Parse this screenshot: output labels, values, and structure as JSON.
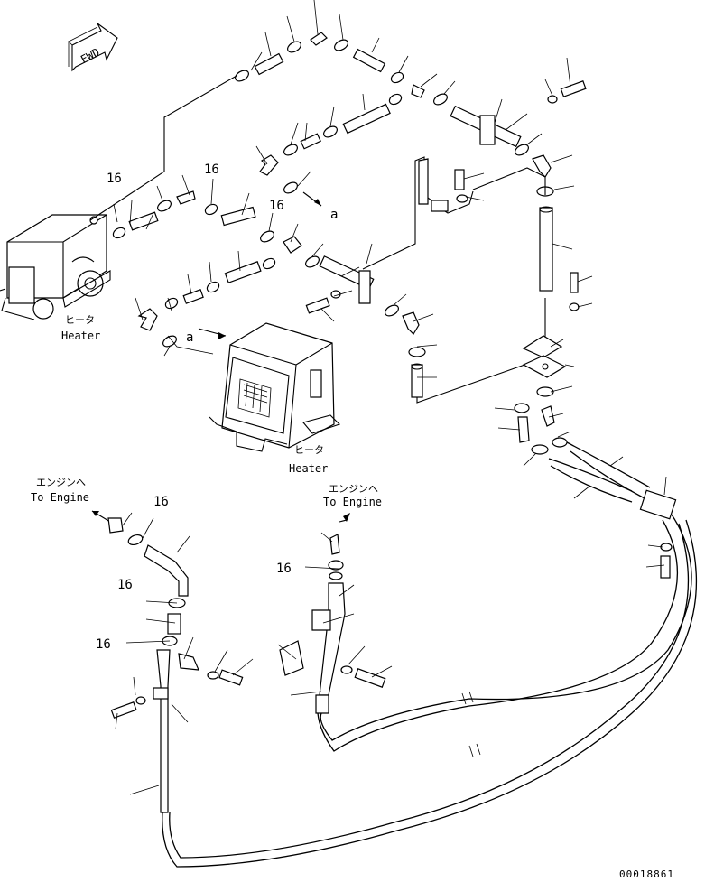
{
  "direction_marker": {
    "text": "FWD"
  },
  "heater_left": {
    "label_jp": "ヒータ",
    "label_en": "Heater"
  },
  "heater_right": {
    "label_jp": "ヒータ",
    "label_en": "Heater"
  },
  "to_engine_left": {
    "label_jp": "エンジンへ",
    "label_en": "To Engine"
  },
  "to_engine_right": {
    "label_jp": "エンジンへ",
    "label_en": "To Engine"
  },
  "ref_a": "a",
  "callouts": {
    "c1": "16",
    "c2": "16",
    "c3": "16",
    "c4": "16",
    "c5": "16",
    "c6": "16",
    "c7": "16"
  },
  "drawing_number": "00018861"
}
